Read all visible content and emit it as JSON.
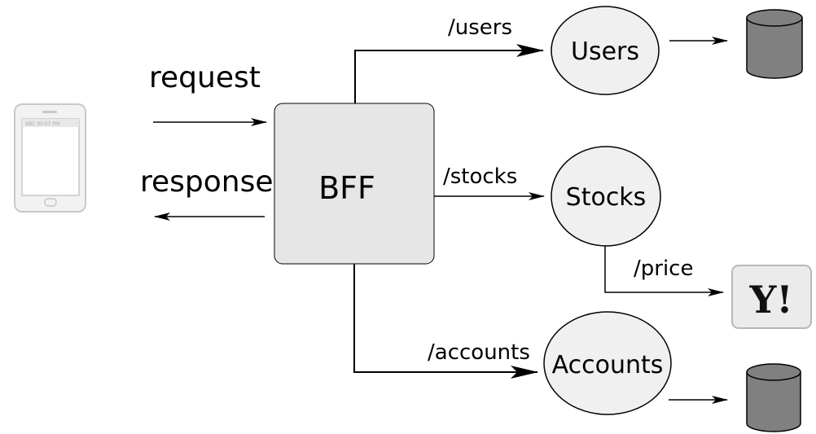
{
  "diagram": {
    "client": {
      "request_label": "request",
      "response_label": "response",
      "phone_status": "ABC 00:07 PM"
    },
    "bff": {
      "label": "BFF"
    },
    "routes": {
      "users": "/users",
      "stocks": "/stocks",
      "accounts": "/accounts",
      "price": "/price"
    },
    "services": {
      "users": "Users",
      "stocks": "Stocks",
      "accounts": "Accounts"
    },
    "external": {
      "yahoo_logo": "Y!"
    },
    "colors": {
      "bff_fill": "#e6e6e6",
      "service_fill": "#f0f0f0",
      "database_fill": "#808080",
      "line": "#000000"
    }
  }
}
